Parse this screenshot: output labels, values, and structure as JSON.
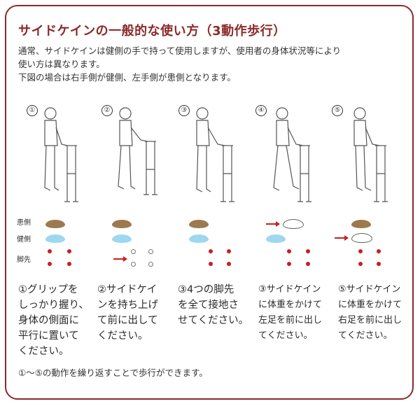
{
  "title": "サイドケインの一般的な使い方（3動作歩行）",
  "intro": [
    "通常、サイドケインは健側の手で持って使用しますが、使用者の身体状況等により",
    "使い方は異なります。",
    "下図の場合は右手側が健側、左手側が患側となります。"
  ],
  "row_labels": [
    "患側",
    "健側",
    "脚先"
  ],
  "steps": [
    {
      "num": "①",
      "lines": [
        "①グリップを",
        "しっかり握り、",
        "身体の側面に",
        "平行に置いて",
        "ください。"
      ]
    },
    {
      "num": "②",
      "lines": [
        "②サイドケイ",
        "ンを持ち上げ",
        "て前に出して",
        "ください。"
      ]
    },
    {
      "num": "③",
      "lines": [
        "③4つの脚先",
        "を全て接地さ",
        "せてください。"
      ]
    },
    {
      "num": "④",
      "lines": [
        "③サイドケイン",
        "に体重をかけて",
        "左足を前に出し",
        "てください。"
      ]
    },
    {
      "num": "⑤",
      "lines": [
        "⑤サイドケイン",
        "に体重をかけて",
        "右足を前に出し",
        "てください。"
      ]
    }
  ],
  "footer": "①〜⑤の動作を繰り返すことで歩行ができます。",
  "colors": {
    "border": "#8b2a2a",
    "title": "#8b2a2a",
    "affected": "#9c7a4d",
    "healthy": "#9ed7ee",
    "dot": "#c81e1e"
  }
}
